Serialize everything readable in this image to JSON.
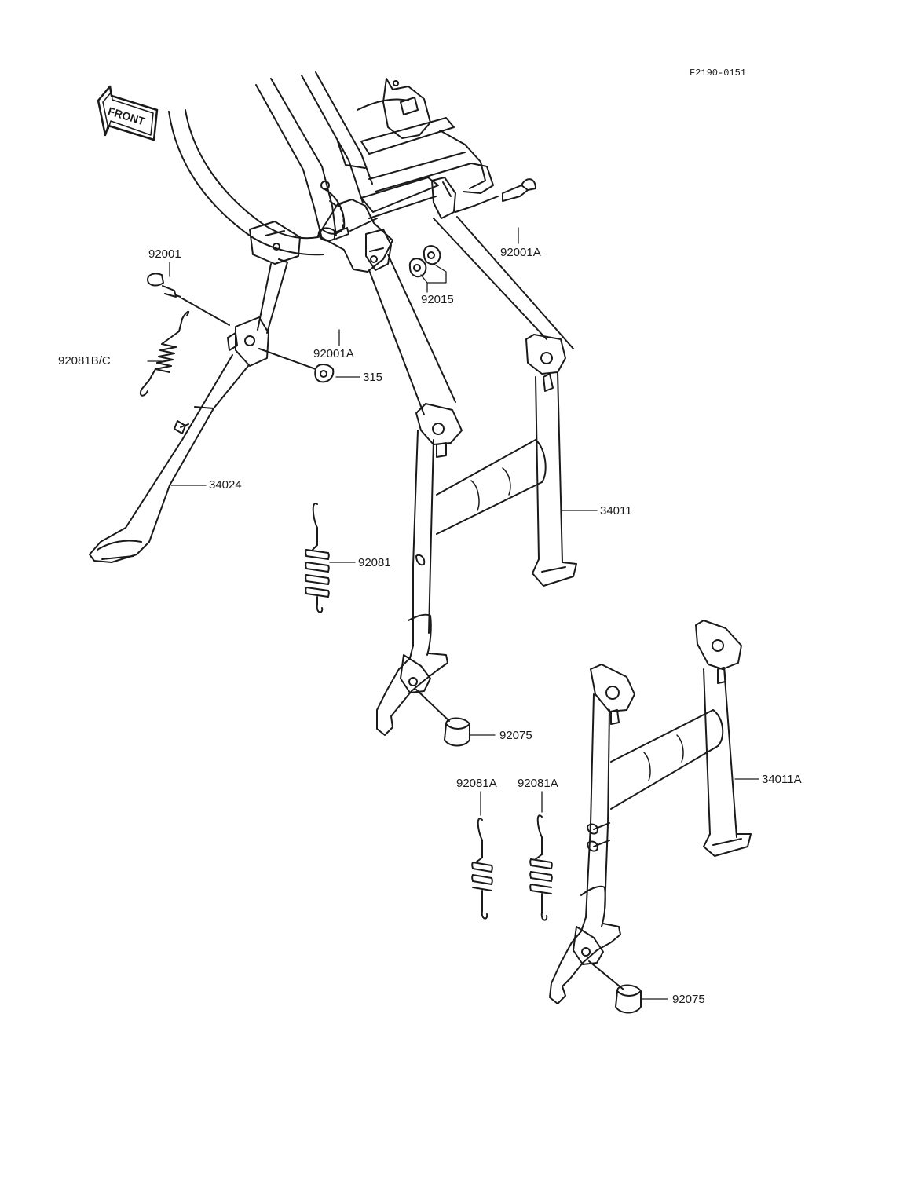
{
  "diagram": {
    "figure_code": "F2190-0151",
    "front_label": "FRONT",
    "parts": {
      "p92001": "92001",
      "p92081bc": "92081B/C",
      "p315": "315",
      "p34024": "34024",
      "p92001a_top": "92001A",
      "p92015": "92015",
      "p92001a_mid": "92001A",
      "p34011": "34011",
      "p92081": "92081",
      "p92075_a": "92075",
      "p92081a_1": "92081A",
      "p92081a_2": "92081A",
      "p34011a": "34011A",
      "p92075_b": "92075"
    }
  },
  "colors": {
    "ink": "#1a1a1a",
    "paper": "#ffffff"
  }
}
